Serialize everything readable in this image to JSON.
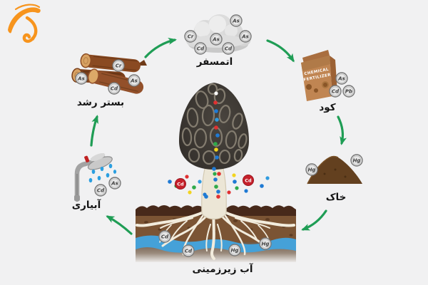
{
  "diagram": {
    "nodes": {
      "substrate": {
        "label": "بستر رشد",
        "metals": [
          "As",
          "Cr",
          "Cd",
          "As"
        ]
      },
      "atmosphere": {
        "label": "اتمسفر",
        "metals": [
          "Cr",
          "As",
          "As",
          "As",
          "Cd",
          "Cd"
        ]
      },
      "fertilizer": {
        "label": "کود",
        "bag_line1": "CHEMICAL",
        "bag_line2": "FERTILIZER",
        "metals": [
          "As",
          "Cd",
          "Pb"
        ]
      },
      "soil": {
        "label": "خاک",
        "metals": [
          "Hg",
          "Hg"
        ]
      },
      "groundwater": {
        "label": "آب زیرزمینی",
        "metals": [
          "Cd",
          "Cd",
          "Hg",
          "Hg"
        ]
      },
      "irrigation": {
        "label": "آبیاری",
        "metals": [
          "Cd",
          "As"
        ]
      },
      "mushroom": {
        "metals": [
          "Cd",
          "Cd"
        ]
      }
    },
    "colors": {
      "arrow_green": "#1f9d55",
      "background": "#f1f1f2",
      "logo_orange": "#f7941d",
      "water_blue": "#45a1d8",
      "badge_red": "#c5202a"
    }
  }
}
